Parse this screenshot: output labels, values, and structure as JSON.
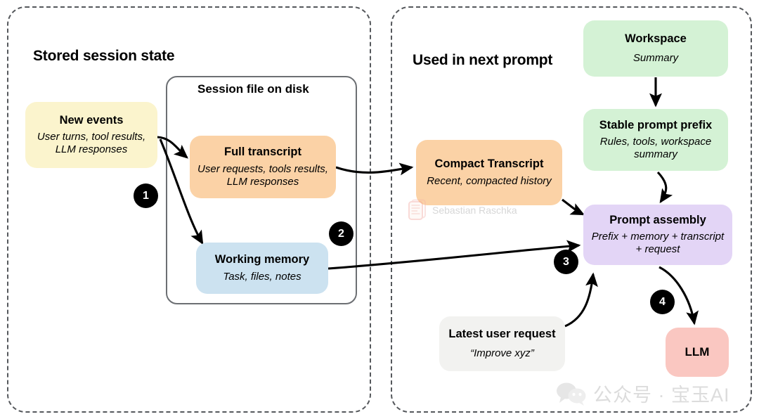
{
  "diagram": {
    "panels": [
      {
        "id": "stored",
        "title": "Stored session state"
      },
      {
        "id": "next-prompt",
        "title": "Used in next prompt"
      }
    ],
    "inner_container": {
      "title": "Session file on disk"
    },
    "nodes": [
      {
        "id": "new-events",
        "title": "New events",
        "subtitle": "User turns, tool results, LLM responses",
        "color": "#fbf4cd"
      },
      {
        "id": "full-transcript",
        "title": "Full transcript",
        "subtitle": "User requests, tools results, LLM responses",
        "color": "#fbd2a6"
      },
      {
        "id": "working-memory",
        "title": "Working memory",
        "subtitle": "Task, files, notes",
        "color": "#cce2f0"
      },
      {
        "id": "compact",
        "title": "Compact Transcript",
        "subtitle": "Recent, compacted history",
        "color": "#fbd2a6"
      },
      {
        "id": "workspace",
        "title": "Workspace",
        "subtitle": "Summary",
        "color": "#d4f2d5"
      },
      {
        "id": "prefix",
        "title": "Stable prompt prefix",
        "subtitle": "Rules, tools, workspace summary",
        "color": "#d4f2d5"
      },
      {
        "id": "assembly",
        "title": "Prompt assembly",
        "subtitle": "Prefix + memory + transcript + request",
        "color": "#e3d5f6"
      },
      {
        "id": "latest-request",
        "title": "Latest user request",
        "subtitle": "“Improve xyz”",
        "color": "#f2f2f0"
      },
      {
        "id": "llm",
        "title": "LLM",
        "subtitle": "",
        "color": "#fac7c1"
      }
    ],
    "step_badges": [
      {
        "id": "step-1",
        "label": "1"
      },
      {
        "id": "step-2",
        "label": "2"
      },
      {
        "id": "step-3",
        "label": "3"
      },
      {
        "id": "step-4",
        "label": "4"
      }
    ],
    "watermarks": [
      {
        "id": "author",
        "text": "Sebastian Raschka",
        "color": "#8a8a8a"
      },
      {
        "id": "wechat",
        "text": "公众号 · 宝玉AI",
        "color": "#9b9b9b"
      }
    ],
    "colors": {
      "panel_border": "#55585c",
      "inner_border": "#6c6f73",
      "badge_bg": "#000000",
      "arrow": "#000000"
    }
  }
}
